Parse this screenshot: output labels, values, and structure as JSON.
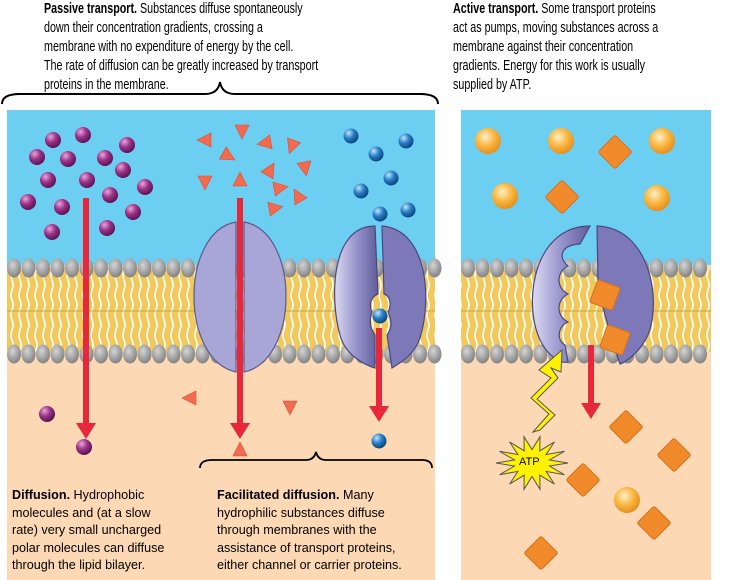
{
  "passive": {
    "title": "Passive transport.",
    "lines": [
      " Substances diffuse spontaneously",
      "down their concentration gradients, crossing a",
      "membrane with no expenditure of energy by the cell.",
      "The rate of diffusion can be greatly increased by transport",
      "proteins in the membrane."
    ]
  },
  "active": {
    "title": "Active transport.",
    "lines": [
      " Some transport proteins",
      "act as pumps, moving substances across a",
      "membrane against their concentration",
      "gradients. Energy for this work is usually",
      "supplied by ATP."
    ]
  },
  "diffusion": {
    "title": "Diffusion.",
    "lines": [
      " Hydrophobic",
      "molecules and (at a slow",
      "rate) very small uncharged",
      "polar molecules can diffuse",
      "through the lipid bilayer."
    ]
  },
  "facilitated": {
    "title": "Facilitated diffusion.",
    "lines": [
      " Many",
      "hydrophilic substances diffuse",
      "through membranes with the",
      "assistance of transport proteins,",
      "either channel or carrier proteins."
    ]
  },
  "atp_label": "ATP",
  "colors": {
    "extracellular": "#6ccff2",
    "cytoplasm": "#fcd9b4",
    "arrow": "#e8283a",
    "protein": "#a8a6d6",
    "purple_molecule": "#8e2a7e",
    "triangle": "#f26b4f",
    "blue_molecule": "#1e73be",
    "orange": "#f08a2a",
    "atp": "#fff200"
  }
}
